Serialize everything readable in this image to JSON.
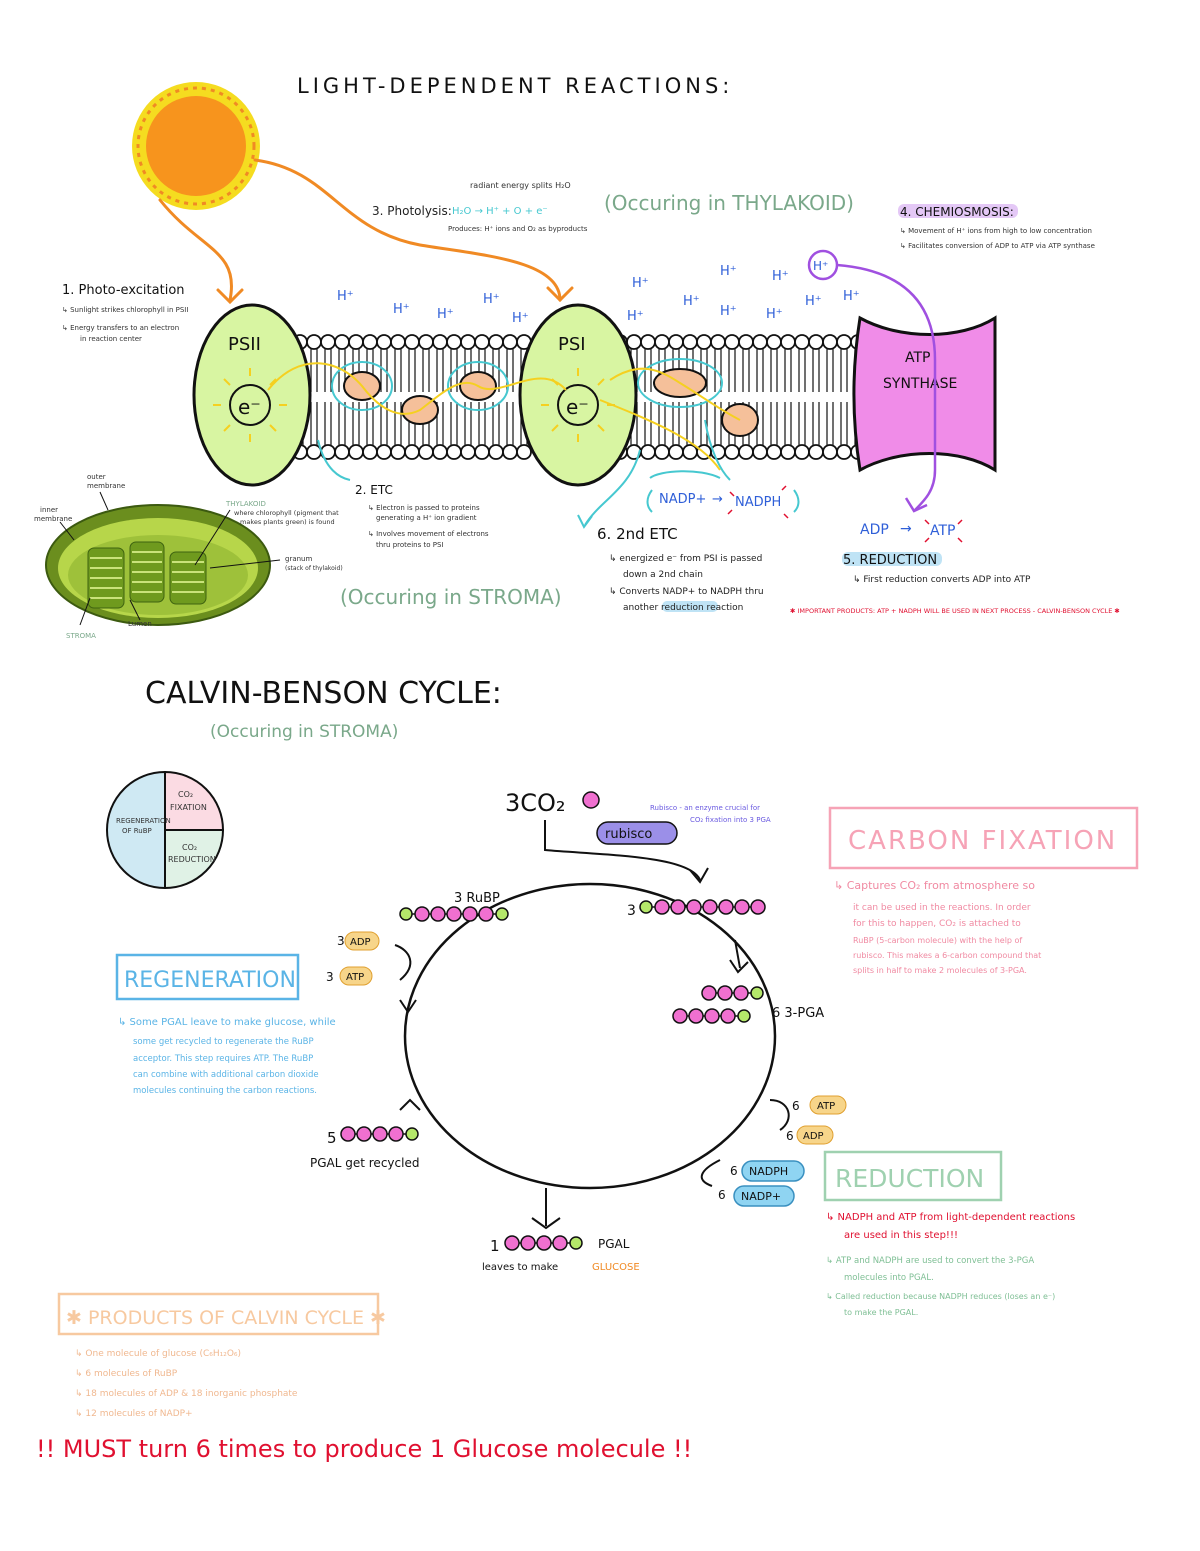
{
  "light": {
    "title": "LIGHT-DEPENDENT REACTIONS:",
    "location_thylakoid": "(Occuring in THYLAKOID)",
    "location_stroma": "(Occuring in STROMA)",
    "photolysis": {
      "caption": "radiant energy splits H₂O",
      "label": "3. Photolysis:",
      "equation": "H₂O → H⁺ + O + e⁻",
      "products": "Produces: H⁺ ions and O₂ as byproducts"
    },
    "step1": {
      "title": "1. Photo-excitation",
      "lines": [
        "↳ Sunlight strikes chlorophyll in PSII",
        "↳ Energy transfers to an electron",
        "in reaction center"
      ]
    },
    "step2": {
      "title": "2. ETC",
      "lines": [
        "↳ Electron is passed to proteins",
        "generating a H⁺ ion gradient",
        "↳ Involves movement of electrons",
        "thru proteins to PSI"
      ]
    },
    "step4": {
      "title": "4. CHEMIOSMOSIS:",
      "lines": [
        "↳ Movement of H⁺ ions from high to low concentration",
        "↳ Facilitates conversion of ADP to ATP via ATP synthase"
      ]
    },
    "step5": {
      "title": "5. REDUCTION",
      "lines": [
        "↳ First reduction converts ADP into ATP"
      ]
    },
    "step6": {
      "title": "6. 2nd ETC",
      "lines": [
        "↳ energized e⁻ from PSI is passed",
        "down a 2nd chain",
        "↳ Converts NADP+ to NADPH thru",
        "another reduction reaction"
      ]
    },
    "important": "✱ IMPORTANT PRODUCTS: ATP + NADPH WILL BE USED IN NEXT PROCESS - CALVIN-BENSON CYCLE ✱",
    "psii": "PSII",
    "psi": "PSI",
    "electron": "e⁻",
    "atp_synthase": [
      "ATP",
      "SYNTHASE"
    ],
    "hplus": "H⁺",
    "nadp_plus": "NADP+",
    "nadph": "NADPH",
    "adp": "ADP",
    "atp": "ATP",
    "chloroplast": {
      "outer": [
        "outer",
        "membrane"
      ],
      "inner": [
        "inner",
        "membrane"
      ],
      "thylakoid_title": "THYLAKOID",
      "thylakoid_desc": [
        "where chlorophyll (pigment that",
        "makes plants green) is found"
      ],
      "granum": [
        "granum",
        "(stack of thylakoid)"
      ],
      "lumen": "Lumen",
      "stroma": "STROMA"
    }
  },
  "calvin": {
    "title": "CALVIN-BENSON CYCLE:",
    "location": "(Occuring in STROMA)",
    "pie": {
      "regeneration": [
        "REGENERATION",
        "OF RuBP"
      ],
      "fixation": [
        "CO₂",
        "FIXATION"
      ],
      "reduction": [
        "CO₂",
        "REDUCTION"
      ]
    },
    "co2": "3CO₂",
    "rubisco": "rubisco",
    "rubisco_note": [
      "Rubisco - an enzyme crucial for",
      "CO₂ fixation into 3 PGA"
    ],
    "rubp_label": "3 RuBP",
    "three": "3",
    "six_3pga": "6  3-PGA",
    "pgal_recycled_num": "5",
    "pgal_recycled": "PGAL get recycled",
    "pgal_one": "1",
    "pgal_label": "PGAL",
    "leaves": "leaves to make",
    "glucose": "GLUCOSE",
    "regen_adp": {
      "num": "3",
      "label": "ADP"
    },
    "regen_atp": {
      "num": "3",
      "label": "ATP"
    },
    "red_atp": {
      "num": "6",
      "label": "ATP"
    },
    "red_adp": {
      "num": "6",
      "label": "ADP"
    },
    "red_nadph": {
      "num": "6",
      "label": "NADPH"
    },
    "red_nadp": {
      "num": "6",
      "label": "NADP+"
    },
    "carbon_fixation": {
      "title": "CARBON FIXATION",
      "lines": [
        "↳ Captures CO₂ from atmosphere so",
        "it can be used in the reactions. In order",
        "for this to happen, CO₂ is attached to",
        "RuBP (5-carbon molecule) with the help of",
        "rubisco. This makes a 6-carbon compound that",
        "splits in half to make 2 molecules of 3-PGA."
      ]
    },
    "regeneration": {
      "title": "REGENERATION",
      "lines": [
        "↳ Some PGAL leave to make glucose, while",
        "some get recycled to regenerate the RuBP",
        "acceptor. This step requires ATP. The RuBP",
        "can combine with additional carbon dioxide",
        "molecules continuing the carbon reactions."
      ]
    },
    "reduction": {
      "title": "REDUCTION",
      "red_lines": [
        "↳ NADPH and ATP from light-dependent reactions",
        "are used in this step!!!"
      ],
      "lines": [
        "↳ ATP and NADPH are used to convert the 3-PGA",
        "molecules into PGAL.",
        "↳ Called reduction because NADPH reduces (loses an e⁻)",
        "to make the PGAL."
      ]
    },
    "products": {
      "title": "✱ PRODUCTS OF CALVIN CYCLE ✱",
      "lines": [
        "↳ One molecule of glucose (C₆H₁₂O₆)",
        "↳ 6 molecules of RuBP",
        "↳ 18 molecules of ADP & 18 inorganic phosphate",
        "↳ 12 molecules of NADP+"
      ]
    },
    "must": "!! MUST turn 6 times to produce 1 Glucose molecule !!"
  },
  "colors": {
    "orange": "#f08a24",
    "sun": "#f7941d",
    "ps_green": "#d8f5a2",
    "synthase": "#f08ce8",
    "protein": "#f5c09a",
    "yellow": "#f5d020",
    "cyan": "#46c8d0",
    "blue": "#2f5fd8",
    "purple": "#a050e0",
    "pink": "#f6a3b6",
    "mint": "#9fd1b0",
    "lightblue": "#5ab4e6",
    "peach": "#f7c9a0",
    "red": "#e01030",
    "rubisco": "#9b8fe8",
    "nadph_box": "#8fd4f2"
  }
}
